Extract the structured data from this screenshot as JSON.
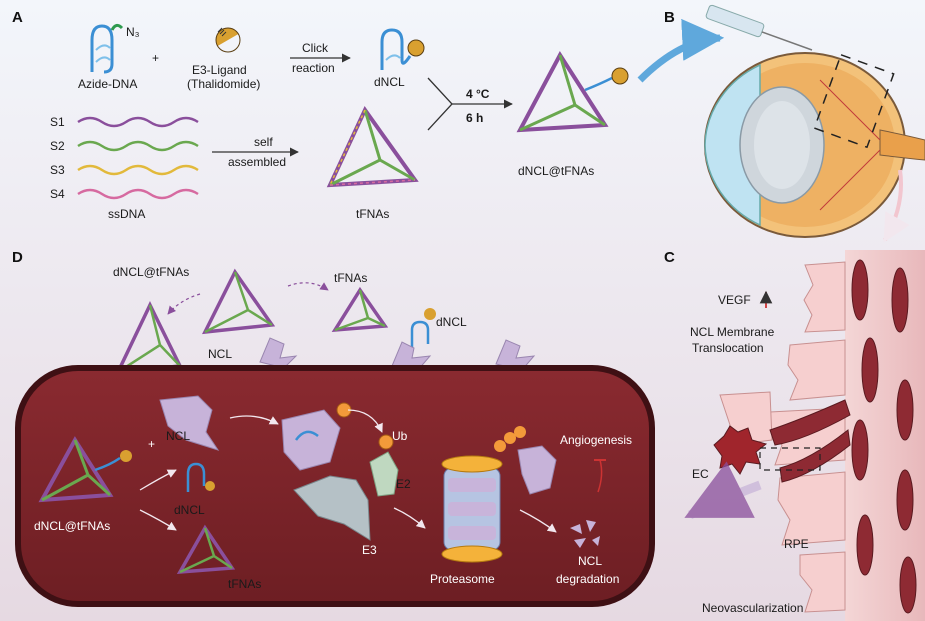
{
  "panels": {
    "a": "A",
    "b": "B",
    "c": "C",
    "d": "D"
  },
  "panel_a": {
    "azide_dna": "Azide-DNA",
    "azide_group": "N₃",
    "plus": "+",
    "e3_ligand": "E3-Ligand",
    "thalidomide": "(Thalidomide)",
    "click_1": "Click",
    "click_2": "reaction",
    "dncl": "dNCL",
    "strands": [
      "S1",
      "S2",
      "S3",
      "S4"
    ],
    "ssdna": "ssDNA",
    "self_1": "self",
    "self_2": "assembled",
    "tfnas": "tFNAs",
    "temp": "4 °C",
    "time": "6  h",
    "product": "dNCL@tFNAs"
  },
  "panel_c": {
    "vegf": "VEGF",
    "ncl_mem_1": "NCL Membrane",
    "ncl_mem_2": "Translocation",
    "ec": "EC",
    "rpe": "RPE",
    "neovasc": "Neovascularization"
  },
  "panel_d": {
    "dncl_tfnas_top": "dNCL@tFNAs",
    "tfnas_top": "tFNAs",
    "dncl_top": "dNCL",
    "ncl_top": "NCL",
    "plus": "+",
    "ncl_in": "NCL",
    "ub": "Ub",
    "e2": "E2",
    "e3": "E3",
    "dncl_tfnas_in": "dNCL@tFNAs",
    "dncl_in": "dNCL",
    "tfnas_in": "tFNAs",
    "proteasome": "Proteasome",
    "angiogenesis": "Angiogenesis",
    "ncl_deg_1": "NCL",
    "ncl_deg_2": "degradation"
  },
  "colors": {
    "s1": "#8a4f9c",
    "s2": "#6aa84f",
    "s3": "#e2b93b",
    "s4": "#d66aa0",
    "cell": "#7a2328",
    "cell_edge": "#4a1518",
    "ncl_protein": "#c7b3d9",
    "dncl_blue": "#3b8fd4",
    "ligand_gold": "#d9a030",
    "arrow_blue": "#5fa8dc",
    "angio_red": "#cc3333"
  }
}
